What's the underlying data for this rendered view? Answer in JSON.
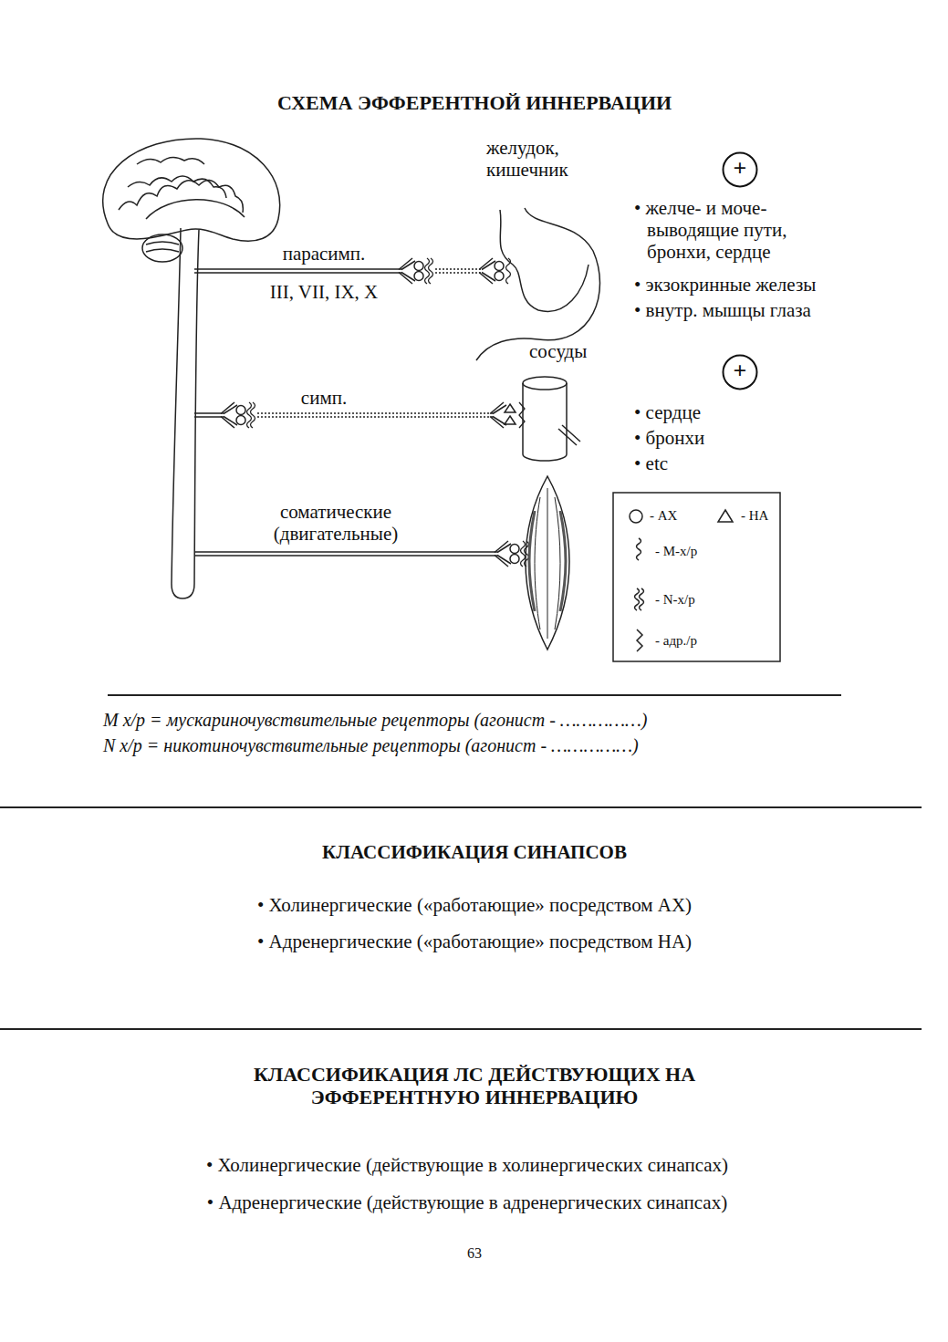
{
  "diagram": {
    "title": "СХЕМА ЭФФЕРЕНТНОЙ ИННЕРВАЦИИ",
    "nodes": [
      {
        "text": [
          "+"
        ]
      },
      {
        "text": [
          "+"
        ]
      }
    ],
    "labels": [
      "желудок, кишечник",
      "парасимп.",
      "III, VII, IX, X",
      "• желче- и моче- выводящие пути, бронхи, сердце",
      "• экзокринные железы",
      "• внутр. мышцы глаза",
      "сосуды",
      "симп.",
      "• сердце",
      "• бронхи",
      "• etc",
      "соматические (двигательные)",
      "М х/р = мускариночувствительные рецепторы (агонист - ……………)",
      "N х/р = никотиночувствительные рецепторы (агонист - ……………)",
      "КЛАССИФИКАЦИЯ СИНАПСОВ",
      "• Холинергические («работающие» посредством АХ)",
      "• Адренергические («работающие» посредством НА)",
      "КЛАССИФИКАЦИЯ ЛС ДЕЙСТВУЮЩИХ НА ЭФФЕРЕНТНУЮ ИННЕРВАЦИЮ",
      "• Холинергические (действующие в холинергических синапсах)",
      "• Адренергические (действующие в адренергических синапсах)",
      "63"
    ],
    "legend": [
      {
        "text": "- АХ"
      },
      {
        "text": "- НА"
      },
      {
        "text": "- М-х/р"
      },
      {
        "text": "- N-х/р"
      },
      {
        "text": "- адр./р"
      }
    ]
  }
}
